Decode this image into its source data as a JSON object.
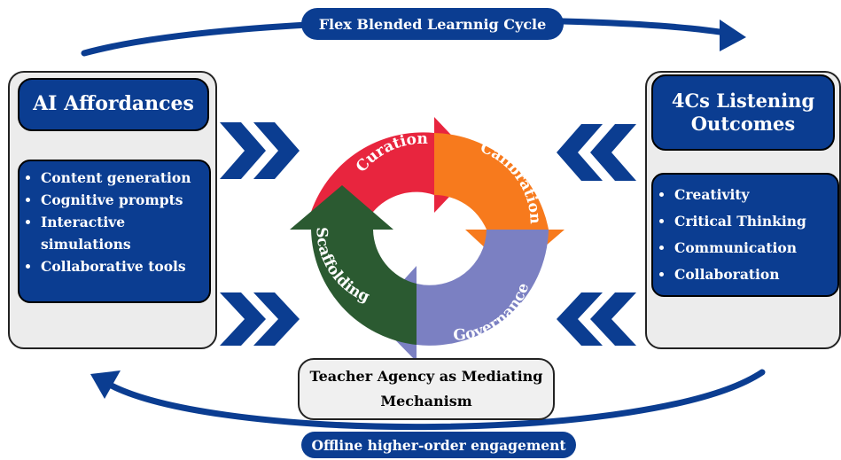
{
  "cycle": {
    "top_label": "Flex Blended Learnnig Cycle",
    "bottom_label": "Offline higher-order engagement",
    "arrow_color": "#0b3d91"
  },
  "left_panel": {
    "title": "AI Affordances",
    "items": [
      "Content generation",
      "Cognitive prompts",
      "Interactive",
      "simulations",
      "Collaborative tools"
    ]
  },
  "right_panel": {
    "title_line1": "4Cs Listening",
    "title_line2": "Outcomes",
    "items": [
      "Creativity",
      "Critical Thinking",
      "Communication",
      "Collaboration"
    ]
  },
  "center": {
    "box_line1": "Teacher Agency as Mediating",
    "box_line2": "Mechanism",
    "segments": [
      {
        "label": "Curation",
        "color": "#e8253e"
      },
      {
        "label": "Calibration",
        "color": "#f77a1d"
      },
      {
        "label": "Governance",
        "color": "#7b80c2"
      },
      {
        "label": "Scaffolding",
        "color": "#2b5a31"
      }
    ]
  },
  "chevron_color": "#0b3d91"
}
